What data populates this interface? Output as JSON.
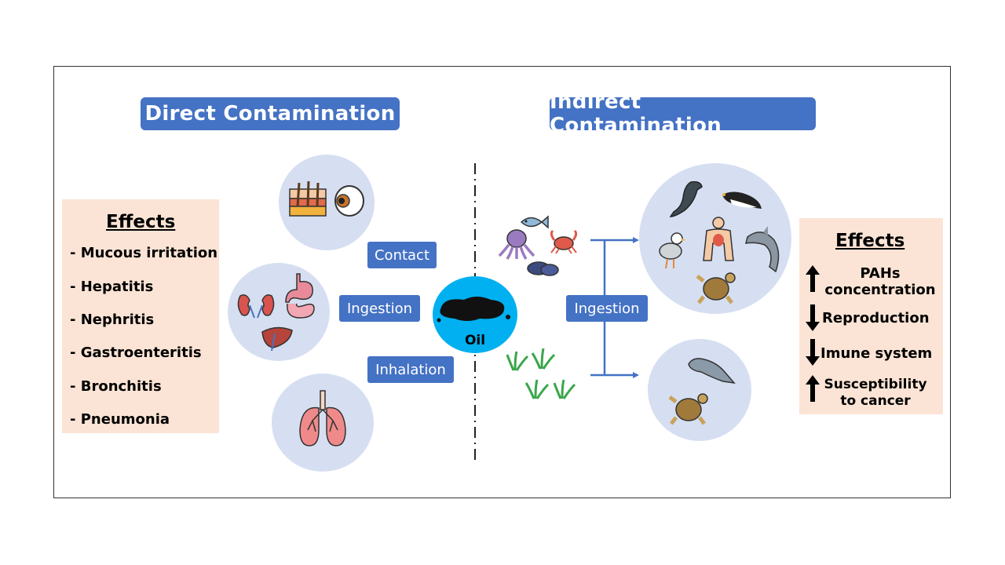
{
  "direct": {
    "title": "Direct Contamination",
    "routes": [
      "Contact",
      "Ingestion",
      "Inhalation"
    ],
    "effects_title": "Effects",
    "effects": [
      "- Mucous irritation",
      "- Hepatitis",
      "- Nephritis",
      "- Gastroenteritis",
      "- Bronchitis",
      "- Pneumonia"
    ]
  },
  "indirect": {
    "title": "Indirect Contamination",
    "route": "Ingestion",
    "effects_title": "Effects",
    "effects": [
      {
        "direction": "up",
        "text": "PAHs concentration"
      },
      {
        "direction": "down",
        "text": "Reproduction"
      },
      {
        "direction": "down",
        "text": "Imune system"
      },
      {
        "direction": "up",
        "text": "Susceptibility to cancer"
      }
    ]
  },
  "center": {
    "label": "Oil"
  },
  "colors": {
    "accent": "#4472c4",
    "bubble": "#d6dff1",
    "effects_bg": "#fbe4d5",
    "oil_circle": "#00b0f0"
  },
  "icons": {
    "contact": [
      "skin-icon",
      "eye-icon"
    ],
    "ingestion": [
      "kidneys-icon",
      "stomach-icon",
      "liver-icon"
    ],
    "inhalation": [
      "lungs-icon"
    ],
    "food_source_animals": [
      "fish-icon",
      "octopus-icon",
      "crab-icon",
      "mussel-icon"
    ],
    "food_source_plants": [
      "seagrass-icon"
    ],
    "predators": [
      "sea-lion-icon",
      "penguin-icon",
      "seagull-icon",
      "human-body-icon",
      "dolphin-icon",
      "sea-turtle-icon"
    ],
    "grazers": [
      "manatee-icon",
      "sea-turtle-icon"
    ]
  }
}
